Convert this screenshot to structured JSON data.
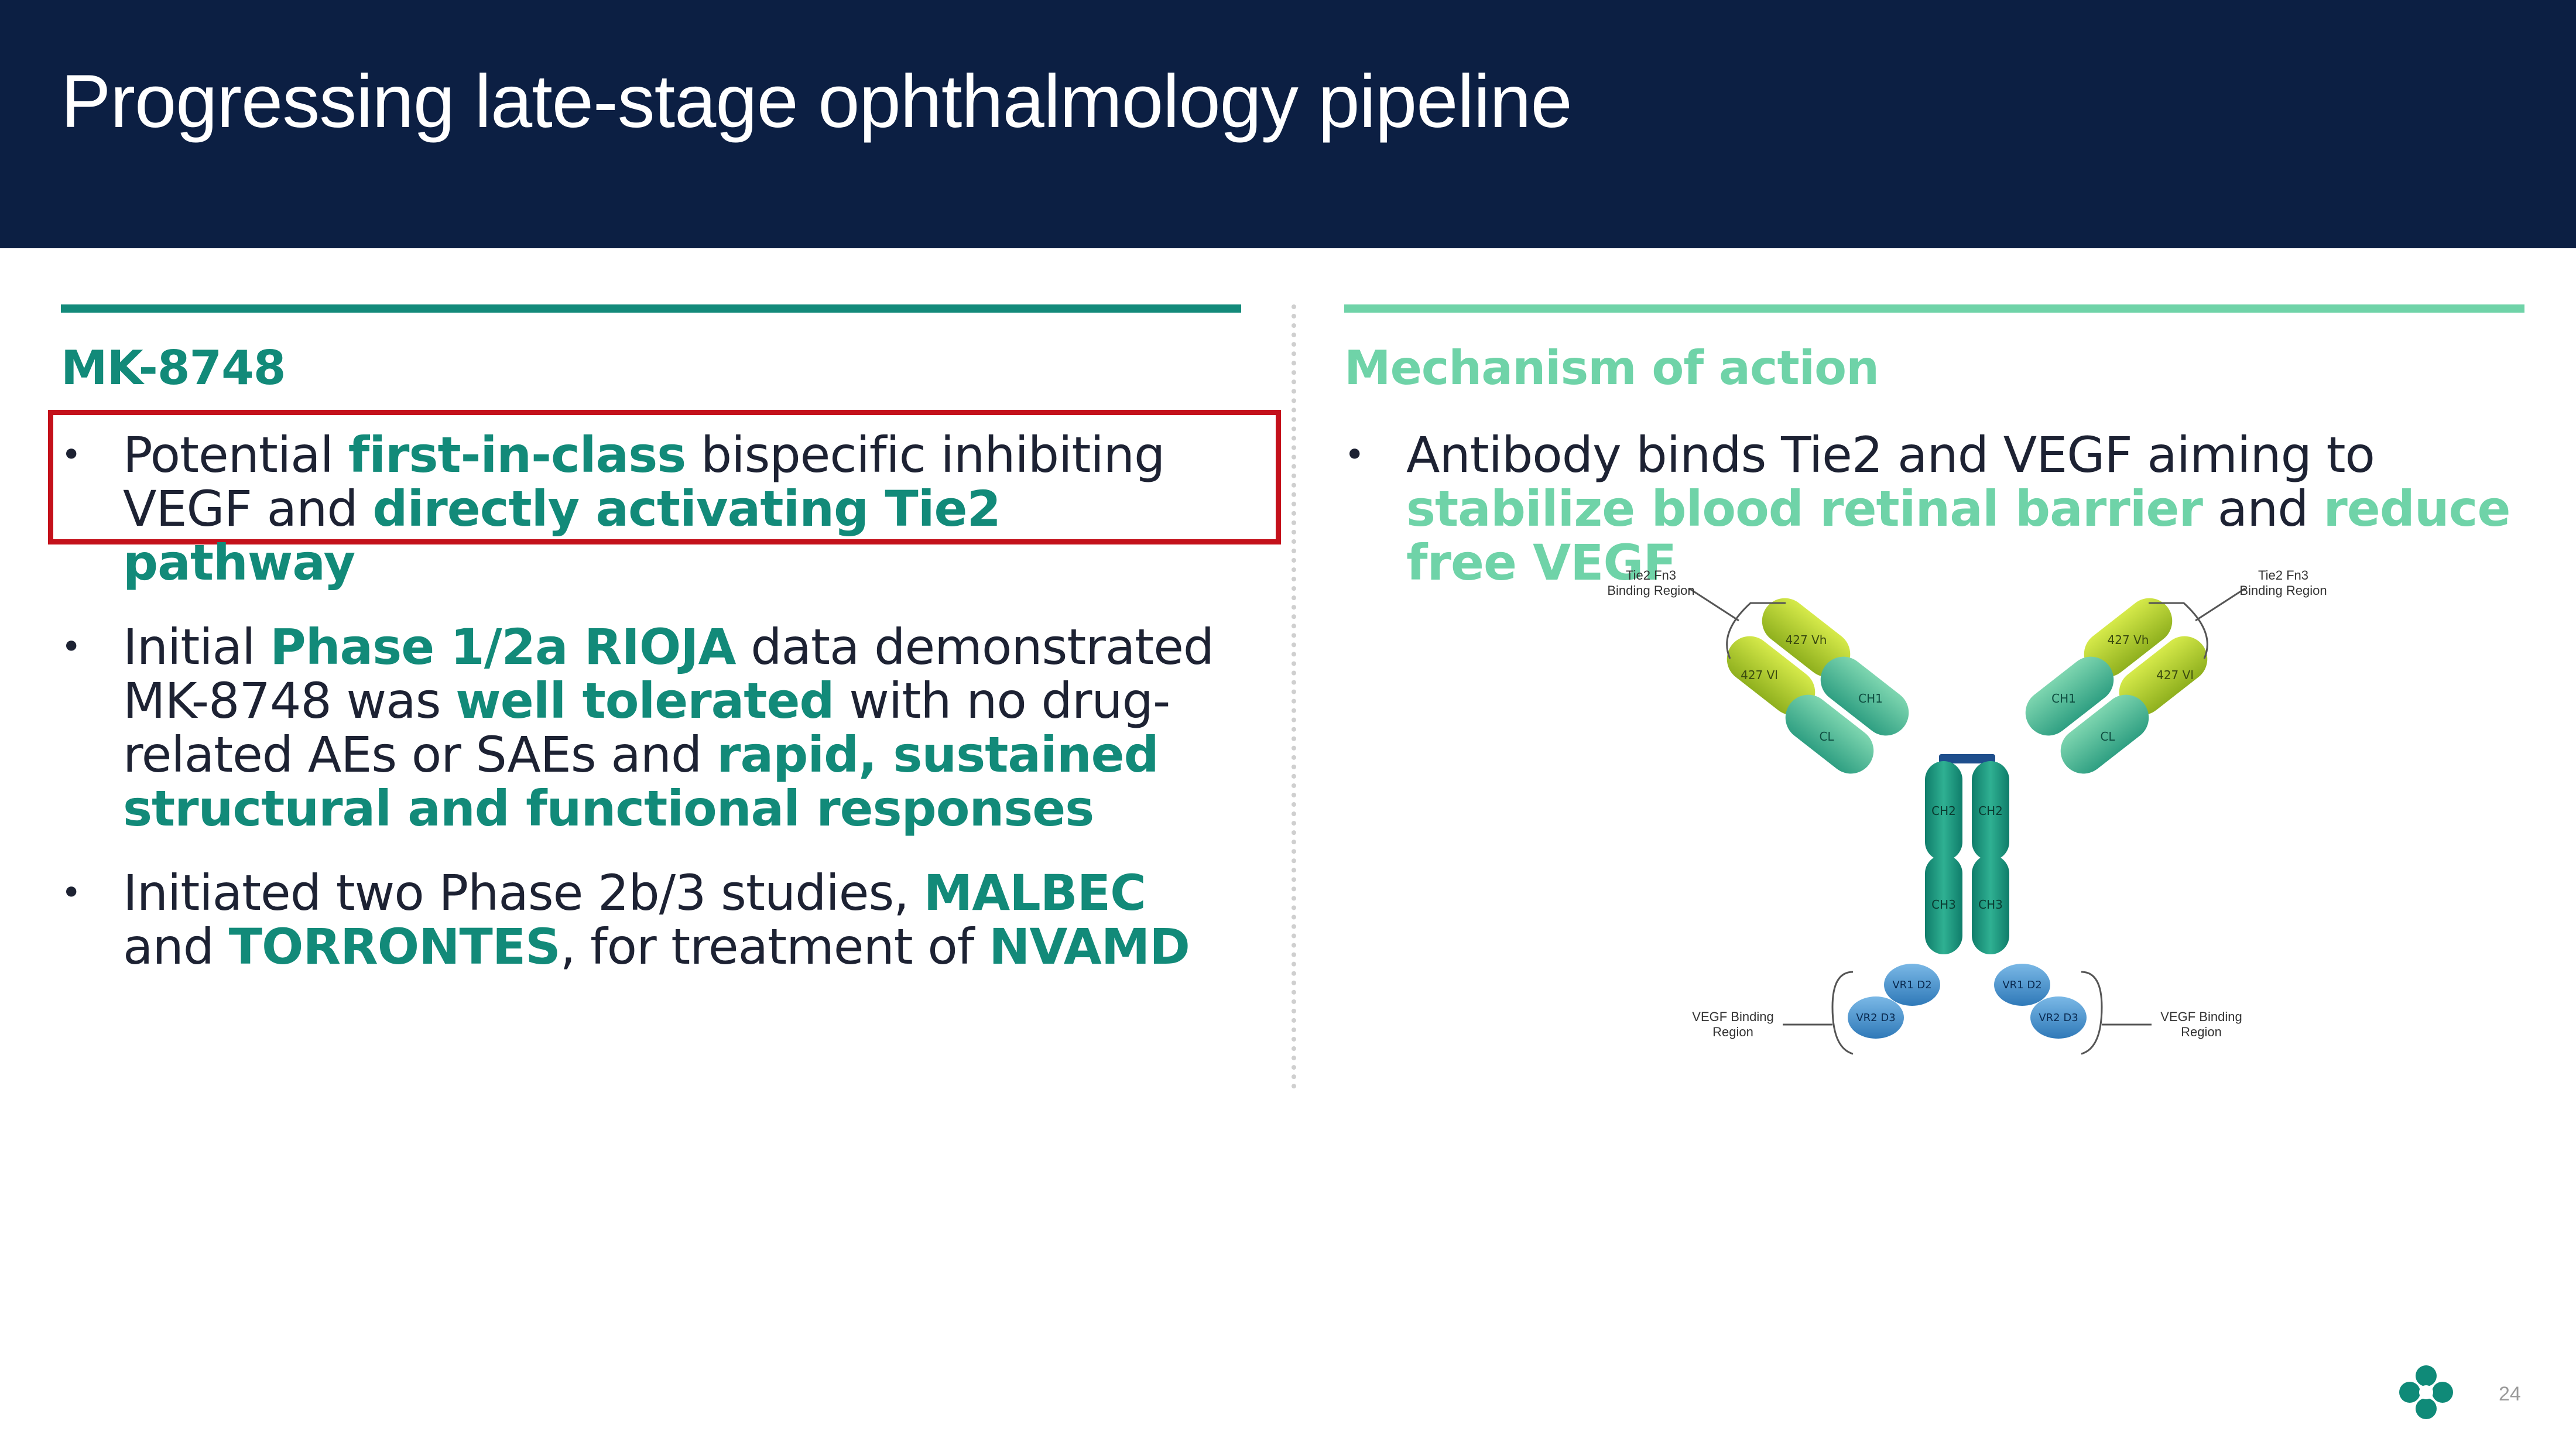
{
  "slide": {
    "title": "Progressing late-stage ophthalmology pipeline",
    "page_number": "24"
  },
  "left_panel": {
    "heading": "MK-8748",
    "bullets": [
      {
        "p1": "Potential ",
        "h1": "first-in-class",
        "p2": " bispecific inhibiting VEGF and ",
        "h2": "directly activating Tie2 pathway"
      },
      {
        "p1": "Initial ",
        "h1": "Phase 1/2a RIOJA",
        "p2": " data demonstrated MK-8748 was ",
        "h2": "well tolerated",
        "p3": " with no drug-related AEs or SAEs and ",
        "h3": "rapid, sustained structural and functional responses"
      },
      {
        "p1": "Initiated two Phase 2b/3 studies, ",
        "h1": "MALBEC",
        "p2": " and ",
        "h2": "TORRONTES",
        "p3": ", for treatment of ",
        "h3": "NVAMD"
      }
    ]
  },
  "right_panel": {
    "heading": "Mechanism of action",
    "bullet": {
      "p1": "Antibody binds Tie2 and VEGF aiming to ",
      "h1": "stabilize blood retinal barrier",
      "p2": " and ",
      "h2": "reduce free VEGF"
    },
    "diagram": {
      "label_tl_1": "Tie2 Fn3",
      "label_tl_2": "Binding Region",
      "label_tr_1": "Tie2 Fn3",
      "label_tr_2": "Binding Region",
      "label_bl_1": "VEGF Binding",
      "label_bl_2": "Region",
      "label_br_1": "VEGF Binding",
      "label_br_2": "Region",
      "vh": "427 Vh",
      "vl": "427 Vl",
      "ch1": "CH1",
      "cl": "CL",
      "ch2": "CH2",
      "ch3": "CH3",
      "d2": "VR1 D2",
      "d3": "VR2 D3"
    }
  },
  "colors": {
    "header_bg": "#0c1f43",
    "teal": "#128a79",
    "mint": "#6fd3a8",
    "highlight_border": "#c4111b"
  },
  "icons": {
    "logo": "merck-logo-icon",
    "bullet": "bullet-dot-icon"
  }
}
